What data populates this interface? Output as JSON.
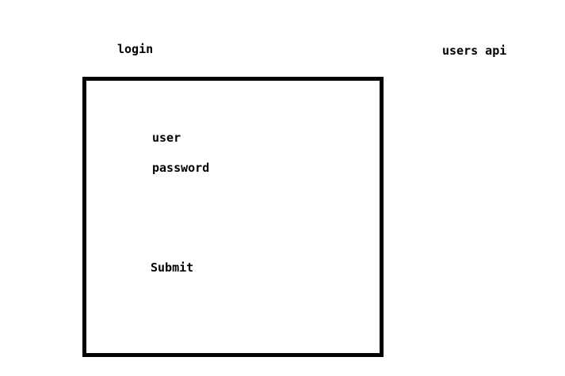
{
  "login": {
    "title": "login",
    "fields": {
      "user_label": "user",
      "password_label": "password"
    },
    "submit_label": "Submit"
  },
  "users_api": {
    "label": "users api"
  }
}
